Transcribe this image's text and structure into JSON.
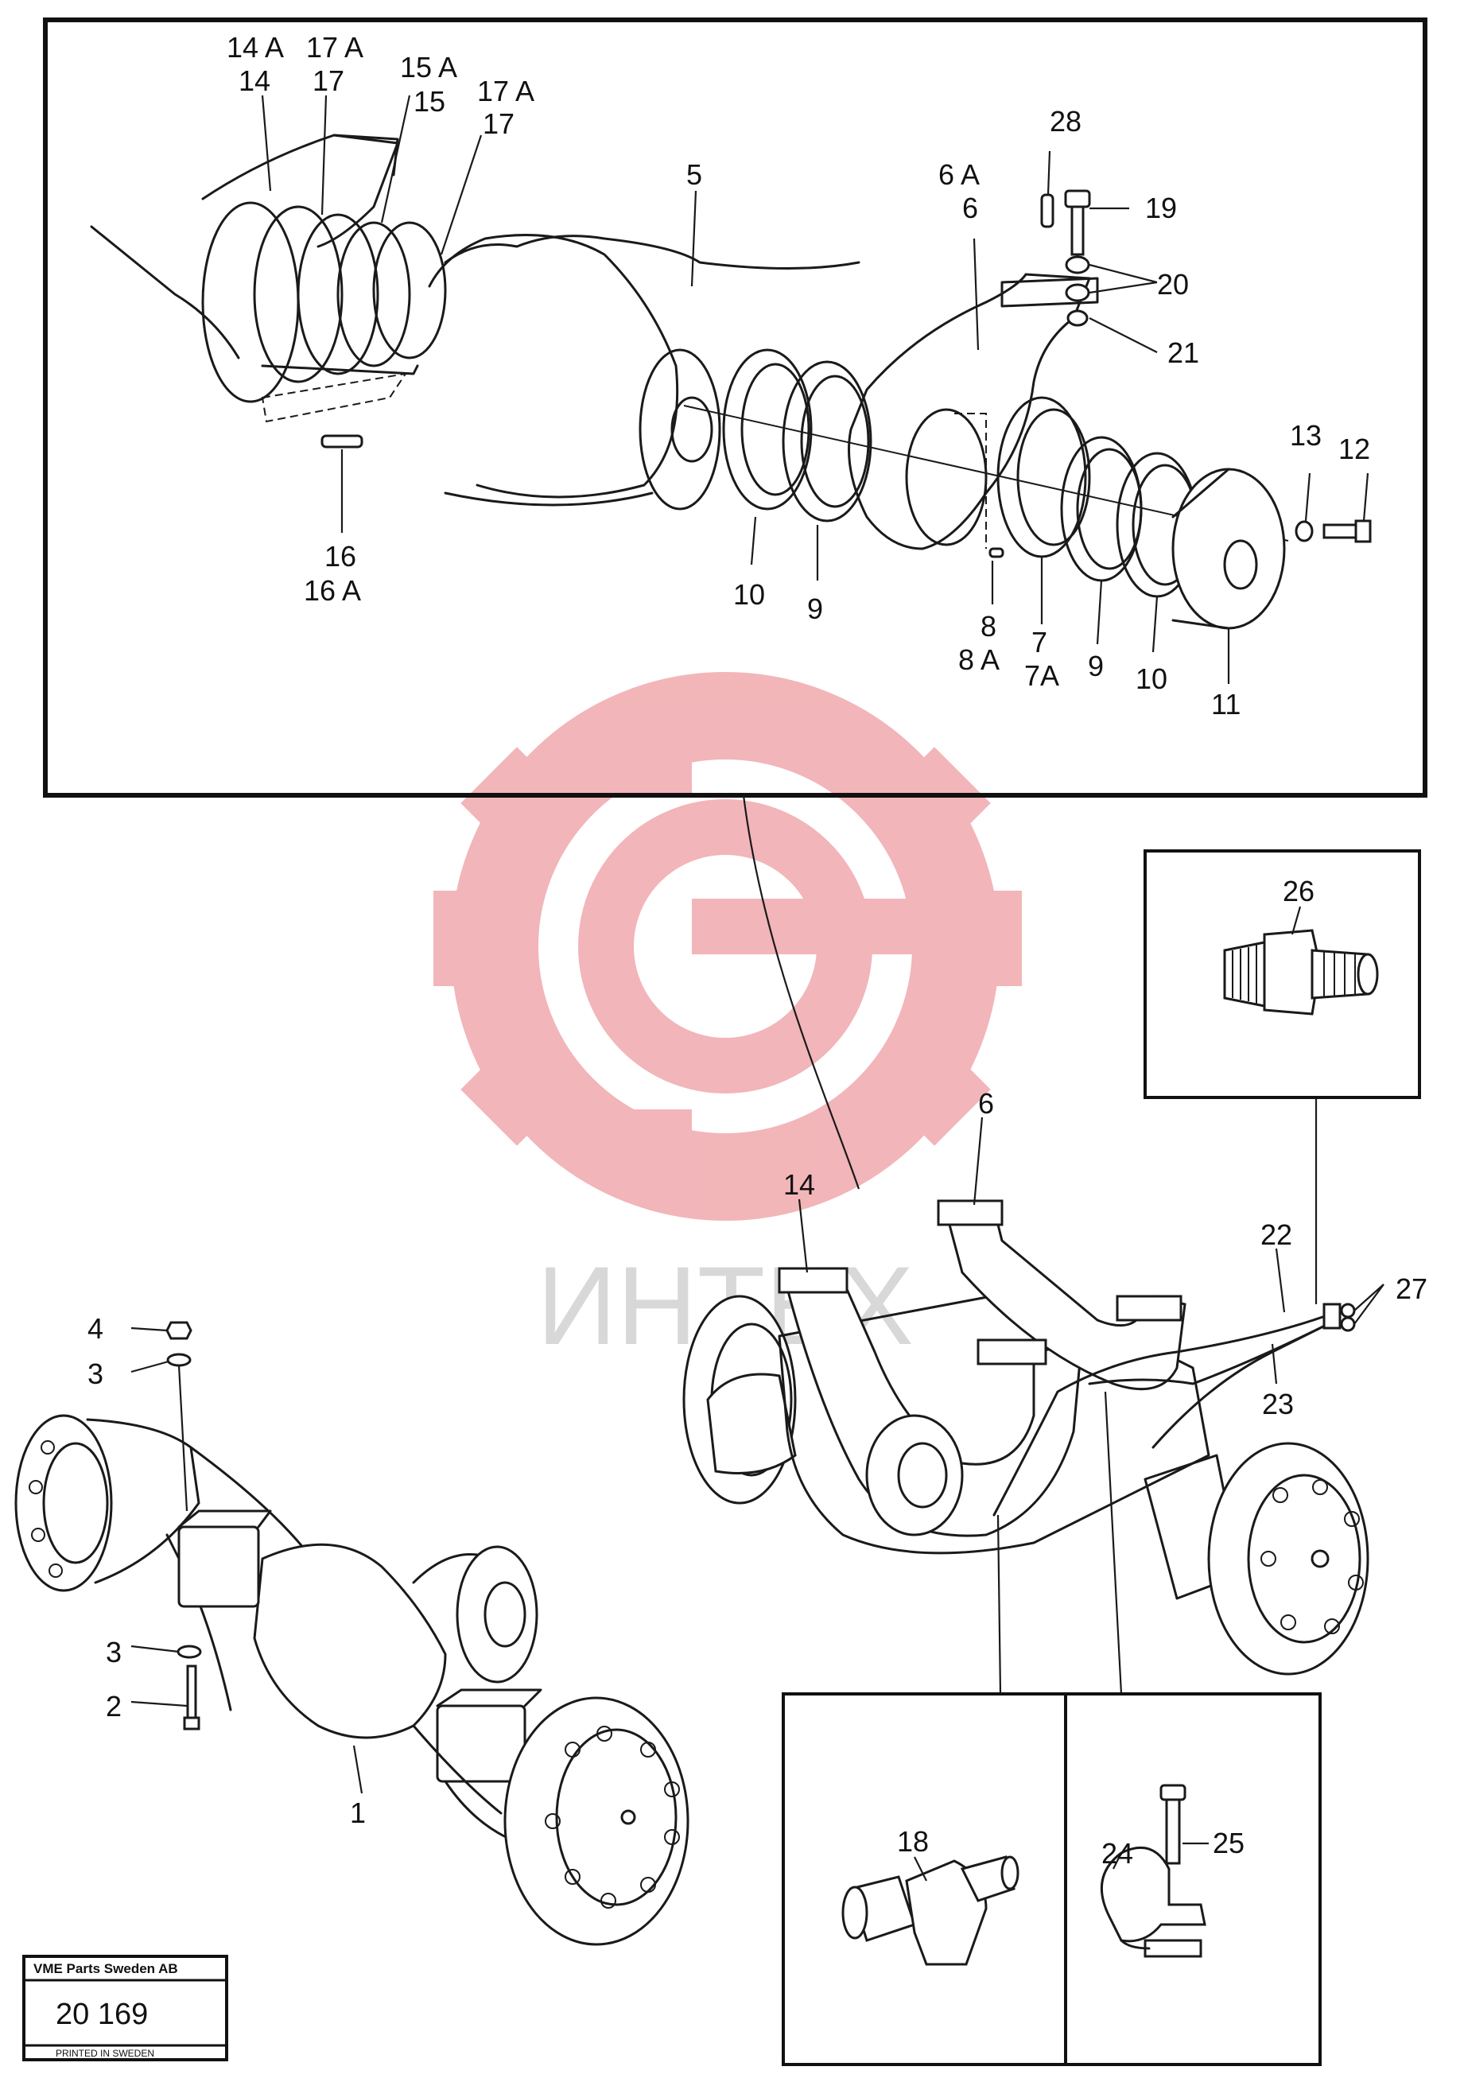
{
  "watermark": {
    "text": "ИНТЕХ"
  },
  "stamp": {
    "company": "VME Parts Sweden AB",
    "number": "20 169",
    "printed": "PRINTED IN SWEDEN"
  },
  "callouts": {
    "detail": {
      "p14a": "14 A",
      "p14": "14",
      "p17a_1": "17 A",
      "p17_1": "17",
      "p15a": "15 A",
      "p15": "15",
      "p17a_2": "17 A",
      "p17_2": "17",
      "p5": "5",
      "p6a": "6 A",
      "p6": "6",
      "p28": "28",
      "p19": "19",
      "p20": "20",
      "p21": "21",
      "p13": "13",
      "p12": "12",
      "p16": "16",
      "p16a": "16 A",
      "p10a": "10",
      "p9a": "9",
      "p8": "8",
      "p8a": "8 A",
      "p7": "7",
      "p7a": "7A",
      "p9b": "9",
      "p10b": "10",
      "p11": "11"
    },
    "axle": {
      "p4": "4",
      "p3a": "3",
      "p3b": "3",
      "p2": "2",
      "p1": "1"
    },
    "bogie": {
      "p14": "14",
      "p6": "6",
      "p22": "22",
      "p23": "23",
      "p27": "27"
    },
    "insets": {
      "p26": "26",
      "p18": "18",
      "p24": "24",
      "p25": "25"
    }
  }
}
